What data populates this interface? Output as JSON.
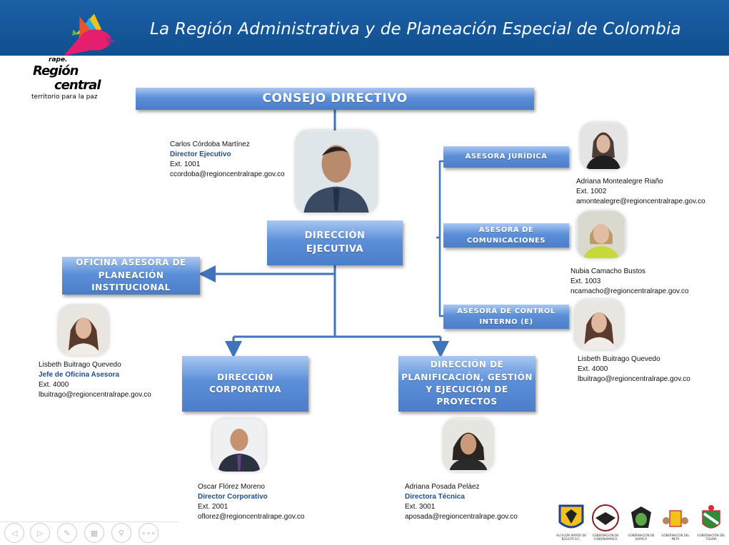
{
  "header": {
    "title": "La Región Administrativa  y de Planeación Especial de Colombia"
  },
  "logo": {
    "small": "rape.",
    "line1": "Región",
    "line2": "central",
    "tagline": "territorio para la paz"
  },
  "boxes": {
    "consejo": "CONSEJO DIRECTIVO",
    "direccion_ejecutiva": [
      "DIRECCIÓN",
      "EJECUTIVA"
    ],
    "oficina": [
      "OFICINA ASESORA DE",
      "PLANEACIÓN",
      "INSTITUCIONAL"
    ],
    "juridica": "ASESORA JURÍDICA",
    "comunicaciones": [
      "ASESORA DE",
      "COMUNICACIONES"
    ],
    "control": [
      "ASESORA DE CONTROL",
      "INTERNO (E)"
    ],
    "corporativa": [
      "DIRECCIÓN",
      "CORPORATIVA"
    ],
    "planificacion": [
      "DIRECCIÓN DE",
      "PLANIFICACIÓN, GESTIÓN",
      "Y EJECUCIÓN DE",
      "PROYECTOS"
    ]
  },
  "people": {
    "director": {
      "name": "Carlos Córdoba Martínez",
      "role": "Director Ejecutivo",
      "ext": "Ext. 1001",
      "email": "ccordoba@regioncentralrape.gov.co"
    },
    "juridica": {
      "name": "Adriana Montealegre Riaño",
      "ext": "Ext. 1002",
      "email": "amontealegre@regioncentralrape.gov.co"
    },
    "comunicaciones": {
      "name": "Nubia Camacho Bustos",
      "ext": "Ext. 1003",
      "email": "ncamacho@regioncentralrape.gov.co"
    },
    "control": {
      "name": "Lisbeth Buitrago Quevedo",
      "ext": "Ext. 4000",
      "email": "lbuitrago@regioncentralrape.gov.co"
    },
    "oficina": {
      "name": "Lisbeth Buitrago Quevedo",
      "role": "Jefe de Oficina Asesora",
      "ext": "Ext. 4000",
      "email": "lbuitrago@regioncentralrape.gov.co"
    },
    "corporativa": {
      "name": "Oscar Flórez Moreno",
      "role": "Director Corporativo",
      "ext": "Ext. 2001",
      "email": "oflorez@regioncentralrape.gov.co"
    },
    "planificacion": {
      "name": "Adriana Posada Peláez",
      "role": "Directora Técnica",
      "ext": "Ext. 3001",
      "email": "aposada@regioncentralrape.gov.co"
    }
  },
  "seals": [
    "ALCALDÍA MAYOR DE BOGOTÁ D.C.",
    "GOBERNACIÓN DE CUNDINAMARCA",
    "GOBERNACIÓN DE BOYACÁ",
    "GOBERNACIÓN DEL META",
    "GOBERNACIÓN DEL TOLIMA"
  ],
  "colors": {
    "header": "#1b5fa6",
    "box": "#5b8fd8",
    "line": "#3f74bd",
    "role": "#1f4e8c"
  }
}
